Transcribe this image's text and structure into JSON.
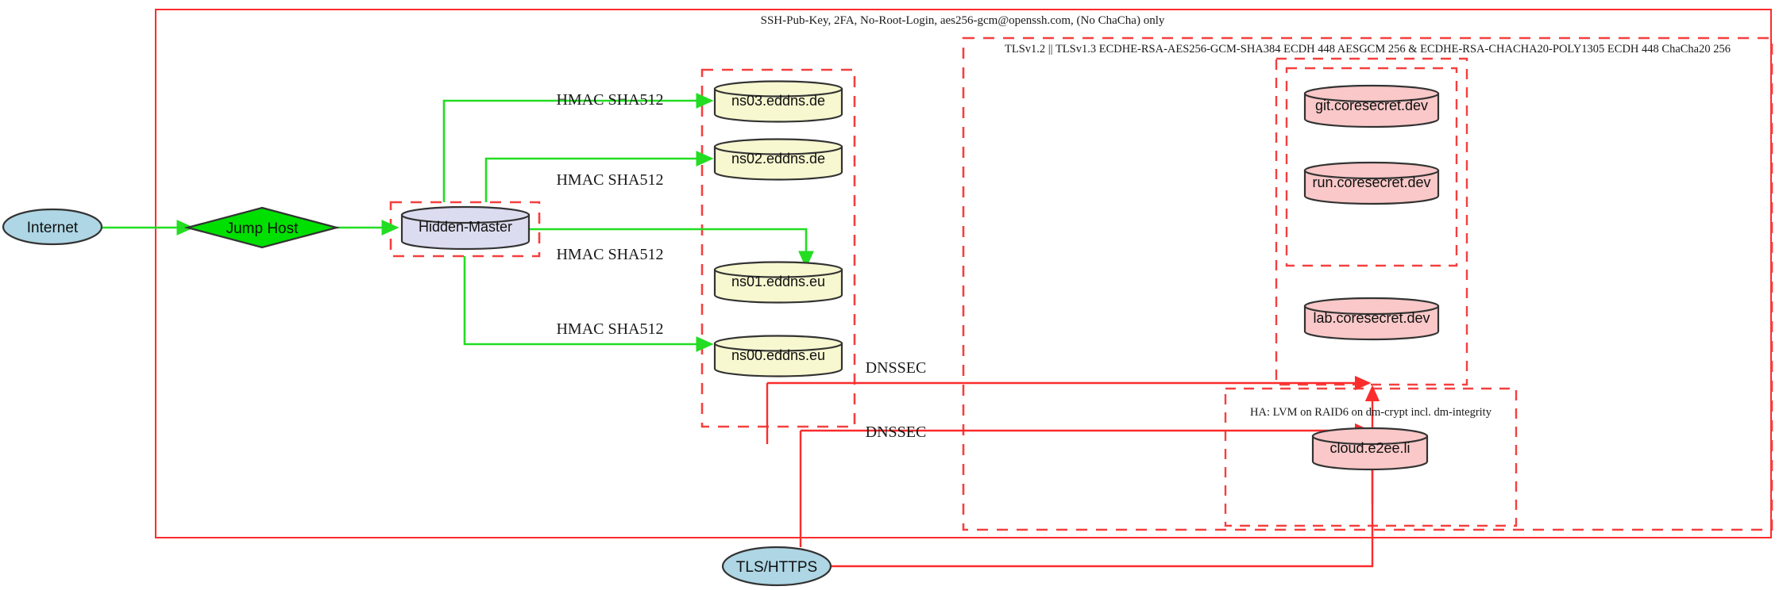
{
  "diagram": {
    "title_top_boundary": "SSH-Pub-Key, 2FA, No-Root-Login, aes256-gcm@openssh.com, (No ChaCha) only",
    "tls_boundary_label": "TLSv1.2 || TLSv1.3 ECDHE-RSA-AES256-GCM-SHA384 ECDH 448 AESGCM 256 & ECDHE-RSA-CHACHA20-POLY1305 ECDH 448 ChaCha20 256",
    "ha_boundary_label": "HA: LVM on RAID6 on dm-crypt incl. dm-integrity"
  },
  "nodes": {
    "internet": {
      "label": "Internet",
      "shape": "ellipse",
      "fill": "#aed6e4"
    },
    "jump_host": {
      "label": "Jump Host",
      "shape": "diamond",
      "fill": "#00e000"
    },
    "hidden_master": {
      "label": "Hidden-Master",
      "shape": "cylinder",
      "fill": "#dcdcf0"
    },
    "tls_https": {
      "label": "TLS/HTTPS",
      "shape": "ellipse",
      "fill": "#aed6e4"
    },
    "nameservers": [
      {
        "label": "ns03.eddns.de",
        "shape": "cylinder",
        "fill": "#f7f7d0"
      },
      {
        "label": "ns02.eddns.de",
        "shape": "cylinder",
        "fill": "#f7f7d0"
      },
      {
        "label": "ns01.eddns.eu",
        "shape": "cylinder",
        "fill": "#f7f7d0"
      },
      {
        "label": "ns00.eddns.eu",
        "shape": "cylinder",
        "fill": "#f7f7d0"
      }
    ],
    "services": [
      {
        "label": "git.coresecret.dev",
        "shape": "cylinder",
        "fill": "#fac8c8"
      },
      {
        "label": "run.coresecret.dev",
        "shape": "cylinder",
        "fill": "#fac8c8"
      },
      {
        "label": "lab.coresecret.dev",
        "shape": "cylinder",
        "fill": "#fac8c8"
      },
      {
        "label": "cloud.e2ee.li",
        "shape": "cylinder",
        "fill": "#fac8c8"
      }
    ]
  },
  "edge_labels": {
    "hmac": [
      "HMAC SHA512",
      "HMAC SHA512",
      "HMAC SHA512",
      "HMAC SHA512"
    ],
    "dnssec": [
      "DNSSEC",
      "DNSSEC"
    ]
  },
  "colors": {
    "boundary_red": "#fb2c2c",
    "edge_green": "#22dd22",
    "ellipse_blue": "#aed6e4",
    "diamond_green": "#00e000",
    "cylinder_lavender": "#dcdcf0",
    "cylinder_yellow": "#f7f7d0",
    "cylinder_pink": "#fac8c8",
    "outline_dark": "#333333"
  }
}
